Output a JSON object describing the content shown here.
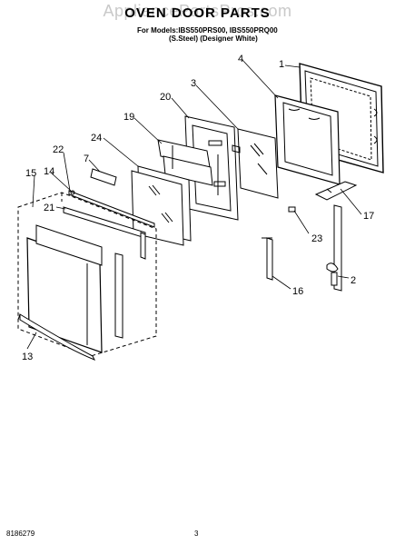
{
  "watermark": "AppliancePartsPros.com",
  "title": "OVEN DOOR PARTS",
  "models_line": "For Models:IBS550PRS00, IBS550PRQ00",
  "variants_line": "(S.Steel)     (Designer White)",
  "footer": {
    "doc_number": "8186279",
    "page_number": "3"
  },
  "callouts": {
    "c1": "1",
    "c2": "2",
    "c3": "3",
    "c4": "4",
    "c7": "7",
    "c13": "13",
    "c14": "14",
    "c15": "15",
    "c16": "16",
    "c17": "17",
    "c19": "19",
    "c20": "20",
    "c21": "21",
    "c22": "22",
    "c23": "23",
    "c24": "24"
  }
}
